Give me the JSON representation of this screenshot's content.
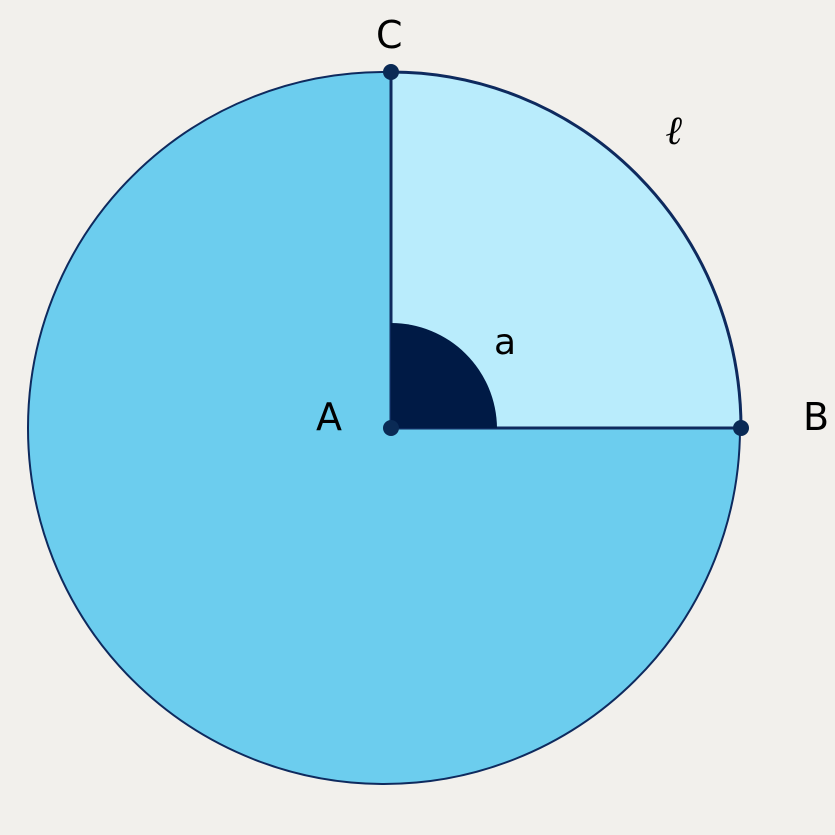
{
  "diagram": {
    "points": {
      "center": "A",
      "right": "B",
      "top": "C"
    },
    "angle_label": "a",
    "arc_label": "ℓ",
    "sector_angle_degrees": 90,
    "colors": {
      "background": "#f2f0ec",
      "circle_fill": "#6ccdee",
      "sector_fill": "#b9ecfc",
      "outline": "#0e2a5e",
      "angle_marker": "#001a45",
      "points": "#0a2a55"
    }
  }
}
